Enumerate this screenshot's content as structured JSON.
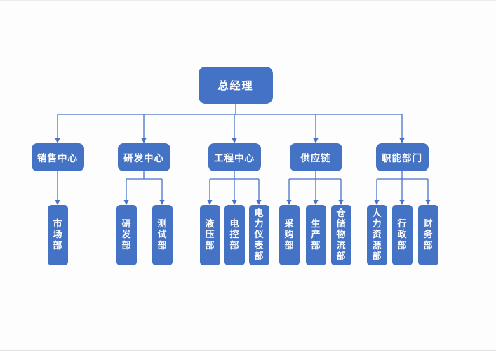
{
  "page": {
    "background": "#fdfdfd",
    "type": "organization-chart"
  },
  "colors": {
    "node_fill": "#4472C4",
    "node_text": "#ffffff",
    "connector": "#4673C8"
  },
  "org": {
    "root": {
      "id": "general-manager",
      "label": "总经理"
    },
    "divisions": [
      {
        "id": "sales-center",
        "label": "销售中心",
        "children": [
          {
            "id": "marketing-dept",
            "label": "市场部"
          }
        ]
      },
      {
        "id": "rd-center",
        "label": "研发中心",
        "children": [
          {
            "id": "rd-dept",
            "label": "研发部"
          },
          {
            "id": "testing-dept",
            "label": "测试部"
          }
        ]
      },
      {
        "id": "engineering-center",
        "label": "工程中心",
        "children": [
          {
            "id": "hydraulics-dept",
            "label": "液压部"
          },
          {
            "id": "electric-control-dept",
            "label": "电控部"
          },
          {
            "id": "power-instrument-dept",
            "label": "电力仪表部"
          }
        ]
      },
      {
        "id": "supply-chain",
        "label": "供应链",
        "children": [
          {
            "id": "purchasing-dept",
            "label": "采购部"
          },
          {
            "id": "production-dept",
            "label": "生产部"
          },
          {
            "id": "warehouse-logistics-dept",
            "label": "仓储物流部"
          }
        ]
      },
      {
        "id": "functional-depts",
        "label": "职能部门",
        "children": [
          {
            "id": "hr-dept",
            "label": "人力资源部"
          },
          {
            "id": "admin-dept",
            "label": "行政部"
          },
          {
            "id": "finance-dept",
            "label": "财务部"
          }
        ]
      }
    ]
  }
}
